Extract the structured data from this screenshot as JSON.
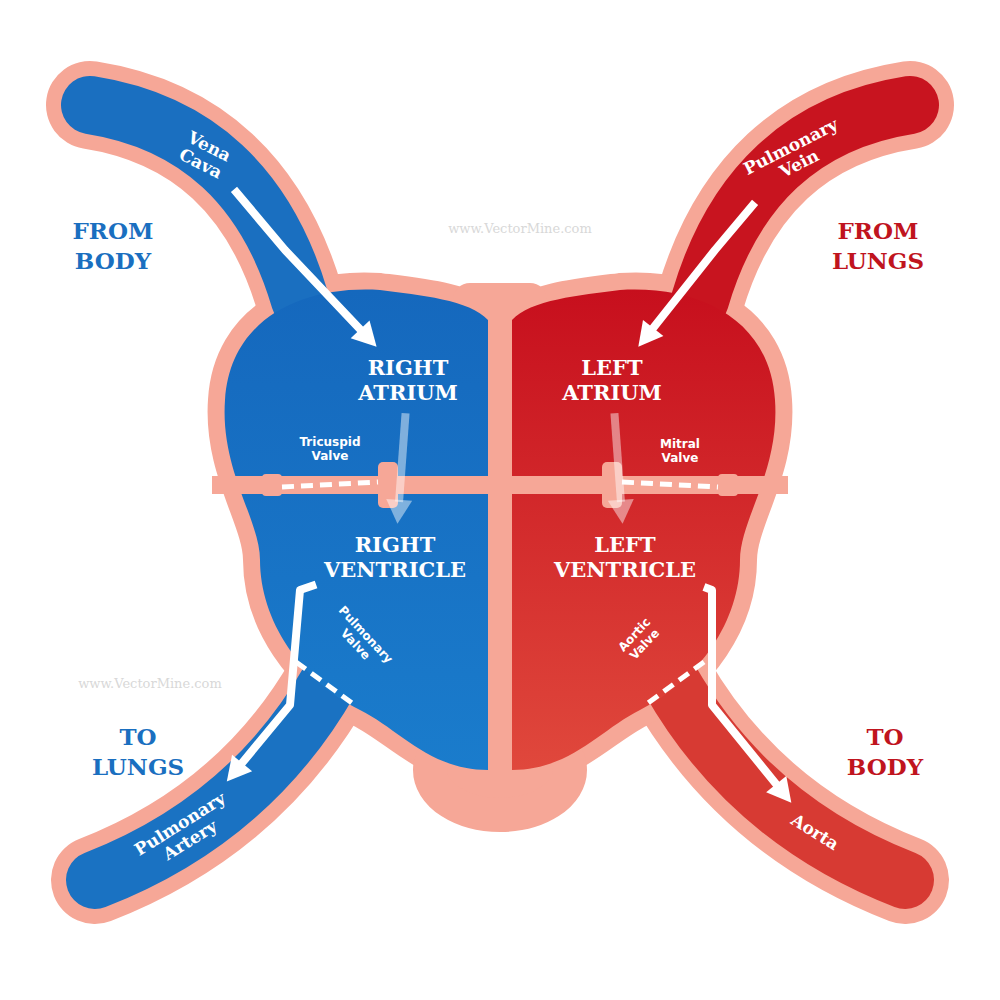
{
  "diagram": {
    "nodes": [
      {
        "text": [
          "Vena Cava"
        ]
      },
      {
        "text": [
          "Pulmonary Vein"
        ]
      },
      {
        "text": [
          "RIGHT ATRIUM"
        ]
      },
      {
        "text": [
          "LEFT ATRIUM"
        ]
      },
      {
        "text": [
          "RIGHT VENTRICLE"
        ]
      },
      {
        "text": [
          "LEFT VENTRICLE"
        ]
      },
      {
        "text": [
          "Pulmonary Artery"
        ]
      },
      {
        "text": [
          "Aorta"
        ]
      }
    ],
    "edges": [
      {
        "from": 0,
        "to": 2,
        "arrow": "to"
      },
      {
        "from": 2,
        "to": 4,
        "arrow": "to"
      },
      {
        "from": 4,
        "to": 6,
        "arrow": "to"
      },
      {
        "from": 1,
        "to": 3,
        "arrow": "to"
      },
      {
        "from": 3,
        "to": 5,
        "arrow": "to"
      },
      {
        "from": 5,
        "to": 7,
        "arrow": "to"
      }
    ],
    "labels": [
      "FROM BODY",
      "FROM LUNGS",
      "Tricuspid Valve",
      "Mitral Valve",
      "Pulmonary Valve",
      "Aortic Valve",
      "TO LUNGS",
      "TO BODY",
      "www.VectorMine.com",
      "www.VectorMine.com"
    ]
  }
}
